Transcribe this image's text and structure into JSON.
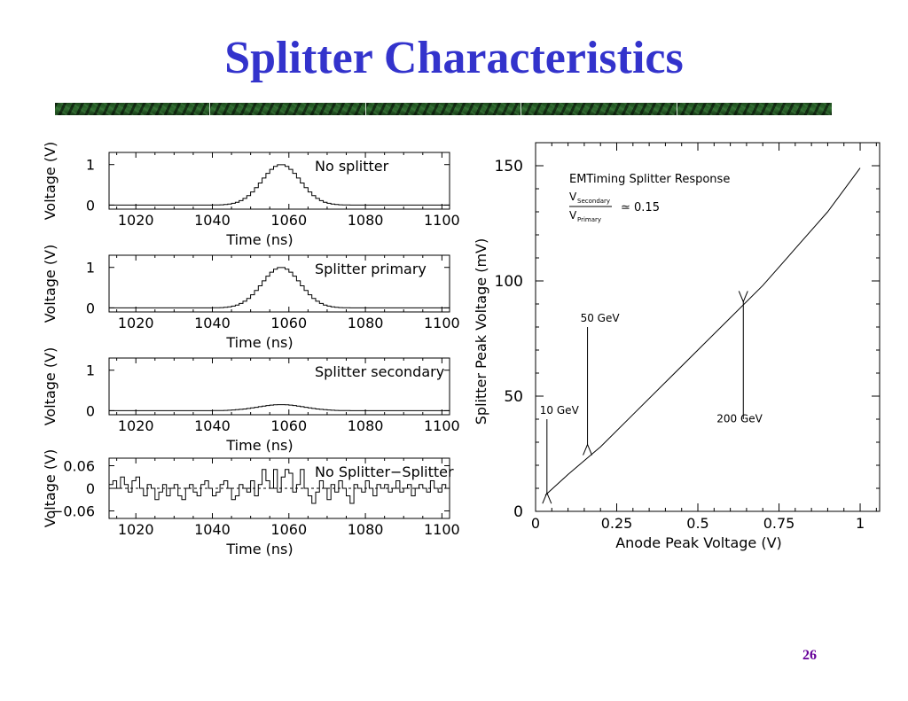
{
  "slide": {
    "title": "Splitter Characteristics",
    "page_number": "26"
  },
  "colors": {
    "title": "#3333cc",
    "page_number": "#660099",
    "plot_line": "#000000"
  },
  "chart_data": [
    {
      "type": "line",
      "panel_label": "No splitter",
      "xlabel": "Time (ns)",
      "ylabel": "Voltage (V)",
      "xlim": [
        1013,
        1102
      ],
      "ylim": [
        -0.1,
        1.3
      ],
      "xticks": [
        1020,
        1040,
        1060,
        1080,
        1100
      ],
      "yticks": [
        0,
        1
      ],
      "peak_time": 1058,
      "peak_amplitude": 1.0,
      "sigma_ns": 5
    },
    {
      "type": "line",
      "panel_label": "Splitter primary",
      "xlabel": "Time (ns)",
      "ylabel": "Voltage (V)",
      "xlim": [
        1013,
        1102
      ],
      "ylim": [
        -0.1,
        1.3
      ],
      "xticks": [
        1020,
        1040,
        1060,
        1080,
        1100
      ],
      "yticks": [
        0,
        1
      ],
      "peak_time": 1058,
      "peak_amplitude": 1.0,
      "sigma_ns": 5
    },
    {
      "type": "line",
      "panel_label": "Splitter secondary",
      "xlabel": "Time (ns)",
      "ylabel": "Voltage (V)",
      "xlim": [
        1013,
        1102
      ],
      "ylim": [
        -0.1,
        1.3
      ],
      "xticks": [
        1020,
        1040,
        1060,
        1080,
        1100
      ],
      "yticks": [
        0,
        1
      ],
      "peak_time": 1058,
      "peak_amplitude": 0.15,
      "sigma_ns": 6
    },
    {
      "type": "line",
      "panel_label": "No Splitter−Splitter",
      "xlabel": "Time (ns)",
      "ylabel": "Voltage (V)",
      "xlim": [
        1013,
        1102
      ],
      "ylim": [
        -0.08,
        0.08
      ],
      "xticks": [
        1020,
        1040,
        1060,
        1080,
        1100
      ],
      "ytick_labels": [
        "0.06",
        "0",
        "−0.06"
      ],
      "ytick_values": [
        0.06,
        0,
        -0.06
      ],
      "dashed_zero_line": true,
      "x": [
        1013,
        1014,
        1015,
        1016,
        1017,
        1018,
        1019,
        1020,
        1021,
        1022,
        1023,
        1024,
        1025,
        1026,
        1027,
        1028,
        1029,
        1030,
        1031,
        1032,
        1033,
        1034,
        1035,
        1036,
        1037,
        1038,
        1039,
        1040,
        1041,
        1042,
        1043,
        1044,
        1045,
        1046,
        1047,
        1048,
        1049,
        1050,
        1051,
        1052,
        1053,
        1054,
        1055,
        1056,
        1057,
        1058,
        1059,
        1060,
        1061,
        1062,
        1063,
        1064,
        1065,
        1066,
        1067,
        1068,
        1069,
        1070,
        1071,
        1072,
        1073,
        1074,
        1075,
        1076,
        1077,
        1078,
        1079,
        1080,
        1081,
        1082,
        1083,
        1084,
        1085,
        1086,
        1087,
        1088,
        1089,
        1090,
        1091,
        1092,
        1093,
        1094,
        1095,
        1096,
        1097,
        1098,
        1099,
        1100,
        1101
      ],
      "values": [
        0.01,
        0.02,
        0.0,
        0.03,
        0.01,
        -0.01,
        0.02,
        0.03,
        0.0,
        -0.02,
        0.01,
        0.0,
        -0.03,
        -0.01,
        0.01,
        -0.02,
        0.0,
        0.01,
        -0.02,
        -0.03,
        0.0,
        0.01,
        -0.01,
        -0.02,
        0.01,
        0.02,
        0.0,
        -0.02,
        -0.01,
        0.01,
        0.02,
        0.0,
        -0.03,
        -0.02,
        0.01,
        0.0,
        -0.01,
        0.02,
        -0.02,
        0.01,
        0.05,
        0.02,
        0.0,
        0.05,
        -0.01,
        0.03,
        0.05,
        0.04,
        -0.01,
        0.01,
        0.05,
        0.0,
        -0.02,
        -0.04,
        -0.01,
        0.02,
        0.0,
        -0.03,
        0.01,
        -0.01,
        0.02,
        0.0,
        -0.02,
        -0.04,
        0.01,
        0.0,
        -0.01,
        0.02,
        0.0,
        -0.02,
        0.01,
        0.0,
        0.01,
        -0.01,
        0.0,
        0.02,
        -0.01,
        0.0,
        0.01,
        -0.02,
        0.0,
        0.01,
        0.0,
        -0.01,
        0.02,
        0.0,
        -0.01,
        0.01,
        0.0
      ]
    },
    {
      "type": "line",
      "title": "EMTiming Splitter Response",
      "ratio_numerator": "V",
      "ratio_numerator_sub": "Secondary",
      "ratio_denominator": "V",
      "ratio_denominator_sub": "Primary",
      "ratio_relation": "≃ 0.15",
      "xlabel": "Anode Peak Voltage (V)",
      "ylabel": "Splitter Peak Voltage (mV)",
      "xlim": [
        0,
        1.06
      ],
      "ylim": [
        0,
        160
      ],
      "xtick_labels": [
        "0",
        "0.25",
        "0.5",
        "0.75",
        "1"
      ],
      "xtick_values": [
        0,
        0.25,
        0.5,
        0.75,
        1
      ],
      "ytick_labels": [
        "0",
        "50",
        "100",
        "150"
      ],
      "ytick_values": [
        0,
        50,
        100,
        150
      ],
      "x": [
        0.03,
        0.1,
        0.2,
        0.3,
        0.4,
        0.5,
        0.6,
        0.7,
        0.8,
        0.9,
        1.0
      ],
      "values": [
        7,
        16,
        28,
        42,
        56,
        70,
        84,
        98,
        114,
        130,
        149
      ],
      "annotations": [
        {
          "text": "10 GeV",
          "x": 0.035,
          "y_from": 40,
          "y_to": 8,
          "dir": "down"
        },
        {
          "text": "50 GeV",
          "x": 0.16,
          "y_from": 80,
          "y_to": 29,
          "dir": "down"
        },
        {
          "text": "200 GeV",
          "x": 0.64,
          "y_from": 40,
          "y_to": 91,
          "dir": "up"
        }
      ]
    }
  ]
}
